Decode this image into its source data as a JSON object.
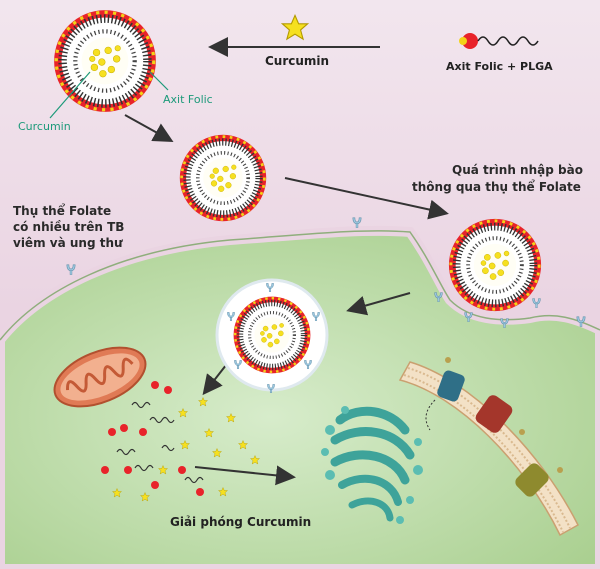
{
  "labels": {
    "curcumin_top": "Curcumin",
    "folic_plga": "Axit Folic + PLGA",
    "axit_folic": "Axit Folic",
    "curcumin_small": "Curcumin",
    "uptake_line1": "Quá trình nhập bào",
    "uptake_line2": "thông qua thụ thể Folate",
    "receptor_line1": "Thụ thể Folate",
    "receptor_line2": "có nhiều trên TB",
    "receptor_line3": "viêm và ung thư",
    "release": "Giải phóng Curcumin"
  },
  "colors": {
    "background": "#ecd9e6",
    "cell": "#b9d8a2",
    "membrane": "#ead4e2",
    "nanoparticle_shell": "#e8232a",
    "folic_acid": "#f2d318",
    "curcumin_star": "#f6e020",
    "receptor": "#9cc7df",
    "mitochondrion": "#e07a55",
    "golgi": "#3ea39a"
  },
  "icons": [
    "curcumin-star-icon",
    "folic-plga-molecule-icon",
    "nanoparticle-icon",
    "folate-receptor-icon",
    "mitochondrion-icon",
    "golgi-icon",
    "membrane-segment-icon"
  ]
}
